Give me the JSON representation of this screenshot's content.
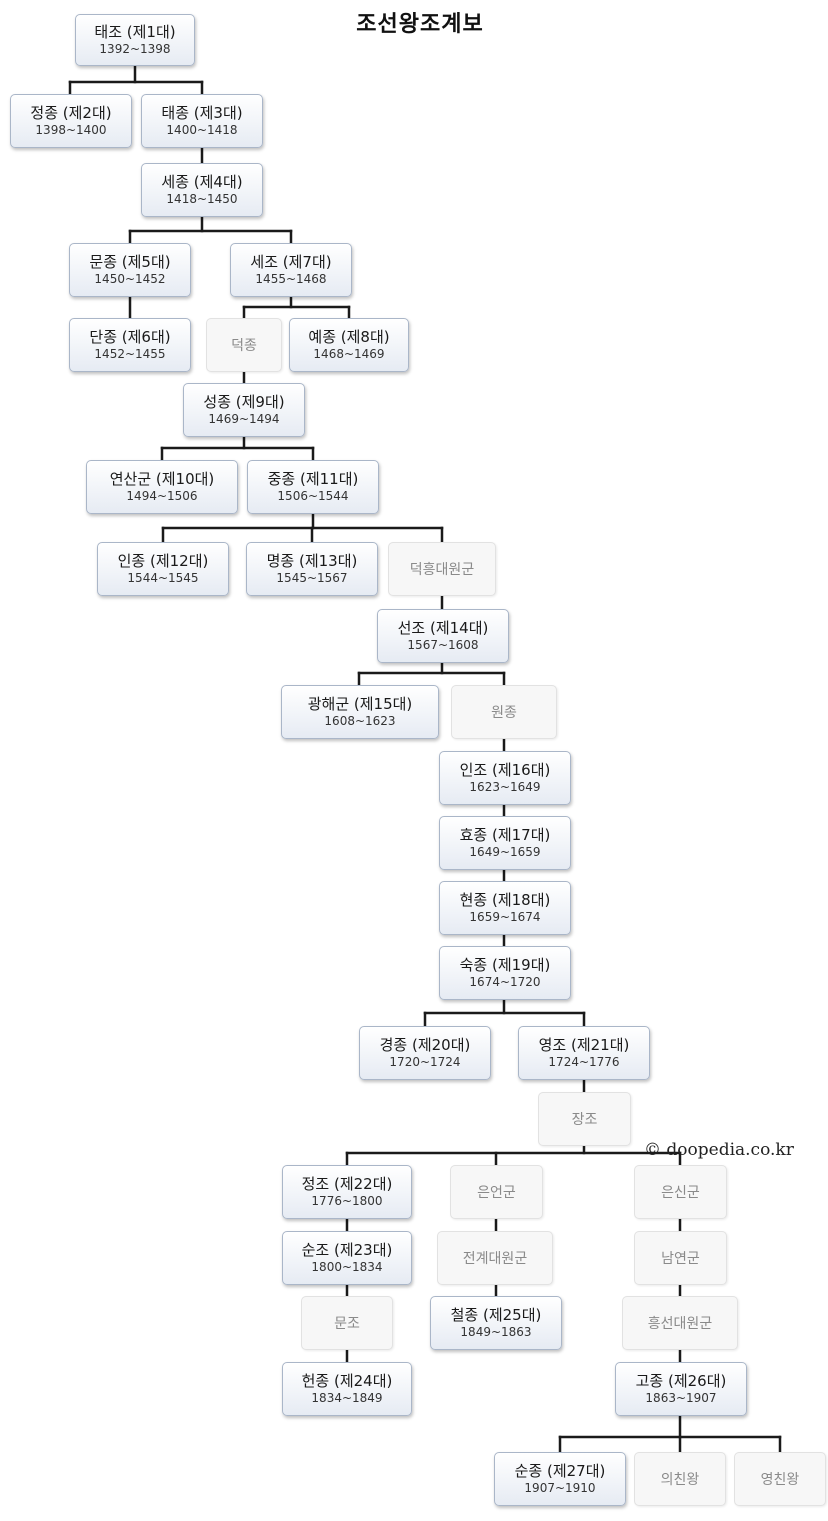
{
  "title": "조선왕조계보",
  "copyright": "© doopedia.co.kr",
  "colors": {
    "line": "#1a1a1a",
    "king_border": "#aab6c8",
    "other_text": "#8a8a8a"
  },
  "nodes": {
    "taejo": {
      "name": "태조 (제1대)",
      "years": "1392~1398"
    },
    "jeongjong": {
      "name": "정종 (제2대)",
      "years": "1398~1400"
    },
    "taejong": {
      "name": "태종 (제3대)",
      "years": "1400~1418"
    },
    "sejong": {
      "name": "세종 (제4대)",
      "years": "1418~1450"
    },
    "munjong": {
      "name": "문종 (제5대)",
      "years": "1450~1452"
    },
    "sejo": {
      "name": "세조 (제7대)",
      "years": "1455~1468"
    },
    "danjong": {
      "name": "단종 (제6대)",
      "years": "1452~1455"
    },
    "deokjong": {
      "name": "덕종"
    },
    "yejong": {
      "name": "예종 (제8대)",
      "years": "1468~1469"
    },
    "seongjong": {
      "name": "성종 (제9대)",
      "years": "1469~1494"
    },
    "yeonsangun": {
      "name": "연산군 (제10대)",
      "years": "1494~1506"
    },
    "jungjong": {
      "name": "중종 (제11대)",
      "years": "1506~1544"
    },
    "injong": {
      "name": "인종 (제12대)",
      "years": "1544~1545"
    },
    "myeongjong": {
      "name": "명종 (제13대)",
      "years": "1545~1567"
    },
    "deokheung": {
      "name": "덕흥대원군"
    },
    "seonjo": {
      "name": "선조 (제14대)",
      "years": "1567~1608"
    },
    "gwanghaegun": {
      "name": "광해군 (제15대)",
      "years": "1608~1623"
    },
    "wonjong": {
      "name": "원종"
    },
    "injo": {
      "name": "인조 (제16대)",
      "years": "1623~1649"
    },
    "hyojong": {
      "name": "효종 (제17대)",
      "years": "1649~1659"
    },
    "hyeonjong": {
      "name": "현종 (제18대)",
      "years": "1659~1674"
    },
    "sukjong": {
      "name": "숙종 (제19대)",
      "years": "1674~1720"
    },
    "gyeongjong": {
      "name": "경종 (제20대)",
      "years": "1720~1724"
    },
    "yeongjo": {
      "name": "영조 (제21대)",
      "years": "1724~1776"
    },
    "jangjo": {
      "name": "장조"
    },
    "jeongjo": {
      "name": "정조 (제22대)",
      "years": "1776~1800"
    },
    "euneongun": {
      "name": "은언군"
    },
    "eunsingun": {
      "name": "은신군"
    },
    "sunjo": {
      "name": "순조 (제23대)",
      "years": "1800~1834"
    },
    "jeongye": {
      "name": "전계대원군"
    },
    "namyeongun": {
      "name": "남연군"
    },
    "munjo": {
      "name": "문조"
    },
    "cheoljong": {
      "name": "철종 (제25대)",
      "years": "1849~1863"
    },
    "heungseon": {
      "name": "흥선대원군"
    },
    "heonjong": {
      "name": "헌종 (제24대)",
      "years": "1834~1849"
    },
    "gojong": {
      "name": "고종 (제26대)",
      "years": "1863~1907"
    },
    "sunjong": {
      "name": "순종 (제27대)",
      "years": "1907~1910"
    },
    "uichinwang": {
      "name": "의친왕"
    },
    "yeongchinwang": {
      "name": "영친왕"
    }
  }
}
